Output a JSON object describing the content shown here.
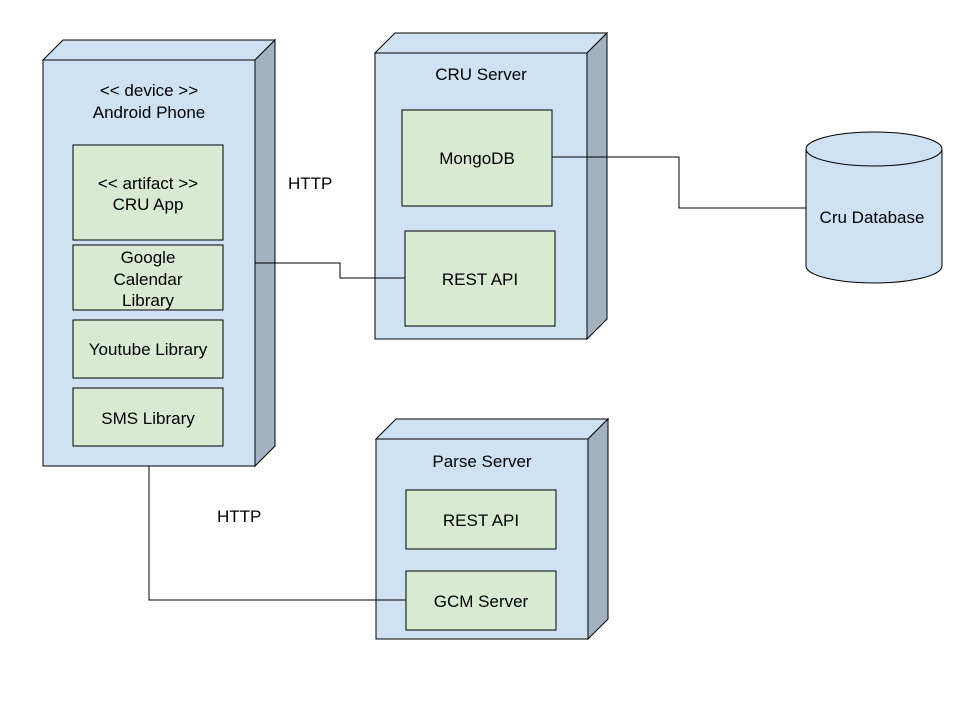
{
  "android": {
    "stereotype": "<< device >>",
    "name": "Android Phone",
    "artifact_stereotype": "<< artifact >>",
    "artifact_name": "CRU App",
    "gcal_line1": "Google",
    "gcal_line2": "Calendar",
    "gcal_line3": "Library",
    "youtube": "Youtube Library",
    "sms": "SMS Library"
  },
  "cru_server": {
    "name": "CRU Server",
    "mongodb": "MongoDB",
    "rest_api": "REST API"
  },
  "parse_server": {
    "name": "Parse Server",
    "rest_api": "REST API",
    "gcm": "GCM Server"
  },
  "database": {
    "name": "Cru Database"
  },
  "connections": {
    "http_top": "HTTP",
    "http_bottom": "HTTP"
  },
  "colors": {
    "node_fill": "#cfe2f3",
    "node_side": "#a2b2c0",
    "component_fill": "#d9ead3",
    "stroke": "#000000"
  }
}
